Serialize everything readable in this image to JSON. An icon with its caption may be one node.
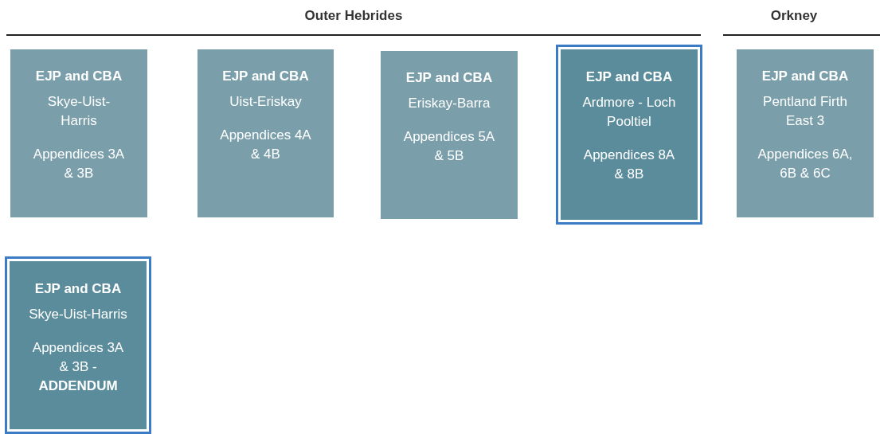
{
  "diagram": {
    "nodes": [
      {
        "text": [
          "EJP and CBA",
          "Skye-Uist-Harris",
          "Appendices 3A & 3B"
        ]
      },
      {
        "text": [
          "EJP and CBA",
          "Uist-Eriskay",
          "Appendices 4A & 4B"
        ]
      },
      {
        "text": [
          "EJP and CBA",
          "Eriskay-Barra",
          "Appendices 5A & 5B"
        ]
      },
      {
        "text": [
          "EJP and CBA",
          "Ardmore - Loch Pooltiel",
          "Appendices 8A & 8B"
        ]
      },
      {
        "text": [
          "EJP and CBA",
          "Pentland Firth East 3",
          "Appendices 6A, 6B & 6C"
        ]
      },
      {
        "text": [
          "EJP and CBA",
          "Skye-Uist-Harris",
          "Appendices 3A & 3B - **ADDENDUM**"
        ]
      }
    ],
    "labels": [
      "Outer Hebrides",
      "Orkney"
    ]
  }
}
